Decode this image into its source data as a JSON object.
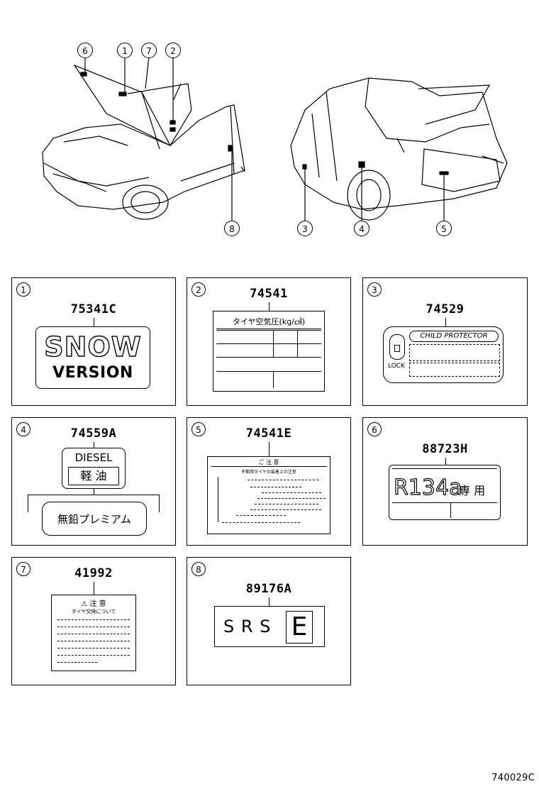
{
  "diagram": {
    "callouts_front": [
      "6",
      "1",
      "7",
      "2",
      "8"
    ],
    "callouts_rear": [
      "3",
      "4",
      "5"
    ],
    "drawing_code": "740029C"
  },
  "panels": [
    {
      "index": "1",
      "part_number": "75341C",
      "label_lines": [
        "SNOW",
        "VERSION"
      ]
    },
    {
      "index": "2",
      "part_number": "74541",
      "label_title": "タイヤ空気圧(kg/㎠)"
    },
    {
      "index": "3",
      "part_number": "74529",
      "label_title": "CHILD PROTECTOR",
      "lock_text": "LOCK"
    },
    {
      "index": "4",
      "part_number": "74559A",
      "label_line1": "DIESEL",
      "label_line2": "軽 油",
      "label_line3": "無鉛プレミアム"
    },
    {
      "index": "5",
      "part_number": "74541E",
      "label_title": "ご 注 意",
      "label_subtitle": "冬期用タイヤの装着上の注意"
    },
    {
      "index": "6",
      "part_number": "88723H",
      "label_code": "R134a",
      "label_text": "専 用"
    },
    {
      "index": "7",
      "part_number": "41992",
      "label_title": "⚠ 注 意",
      "label_subtitle": "タイヤ交換について"
    },
    {
      "index": "8",
      "part_number": "89176A",
      "label_text": "S R S",
      "label_boxed": "E"
    }
  ],
  "icons": {
    "warning": "warning-triangle-icon"
  }
}
